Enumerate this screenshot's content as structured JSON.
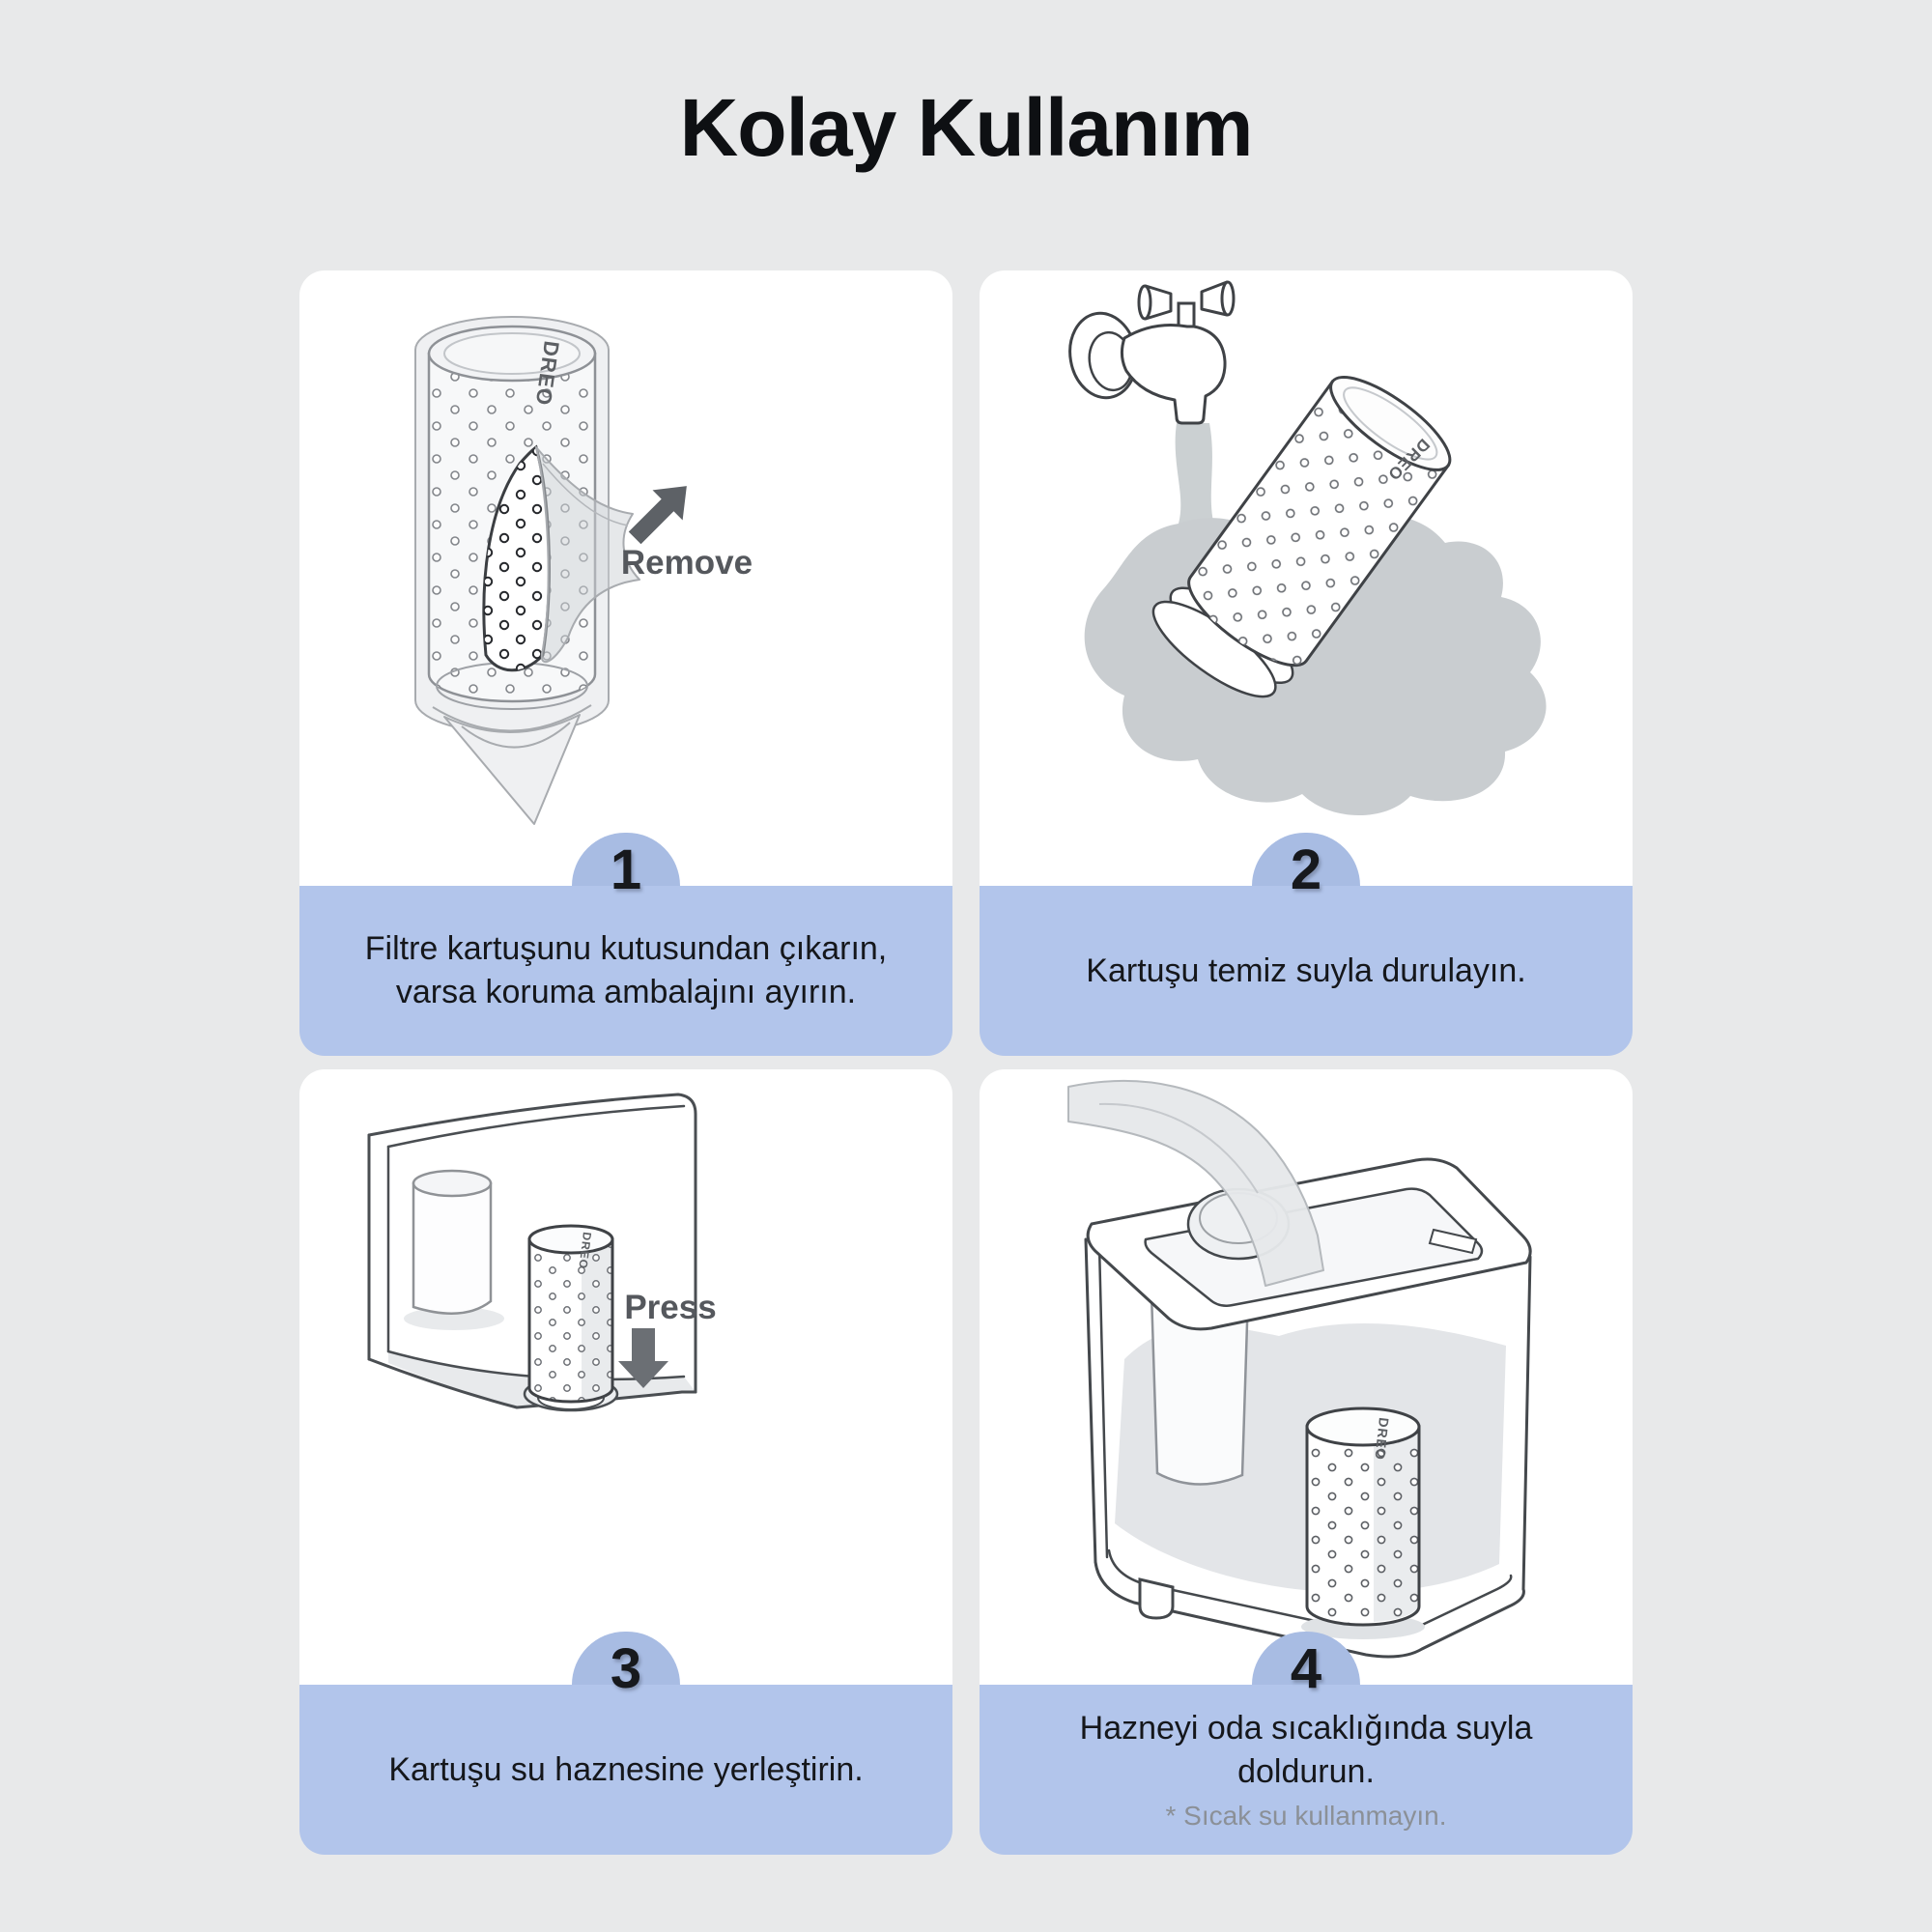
{
  "title": "Kolay Kullanım",
  "brand": "DREO",
  "colors": {
    "background": "#e8e9ea",
    "card": "#ffffff",
    "caption_band": "#b2c5eb",
    "badge": "#a8bce3",
    "title_text": "#0e1013",
    "caption_text": "#15171b",
    "footnote_text": "#8b9097",
    "annotation_text": "#55585d",
    "line_dark": "#3f4246",
    "line_light": "#8f9296",
    "splash_gray": "#c9cdd0",
    "water_gray": "#e3e5e8"
  },
  "steps": [
    {
      "number": "1",
      "annotation": "Remove",
      "lines": [
        "Filtre kartuşunu kutusundan çıkarın,",
        "varsa koruma ambalajını ayırın."
      ]
    },
    {
      "number": "2",
      "lines": [
        "Kartuşu temiz suyla durulayın."
      ]
    },
    {
      "number": "3",
      "annotation": "Press",
      "lines": [
        "Kartuşu su haznesine yerleştirin."
      ]
    },
    {
      "number": "4",
      "lines": [
        "Hazneyi oda sıcaklığında suyla",
        "doldurun."
      ],
      "footnote": "* Sıcak su kullanmayın."
    }
  ]
}
